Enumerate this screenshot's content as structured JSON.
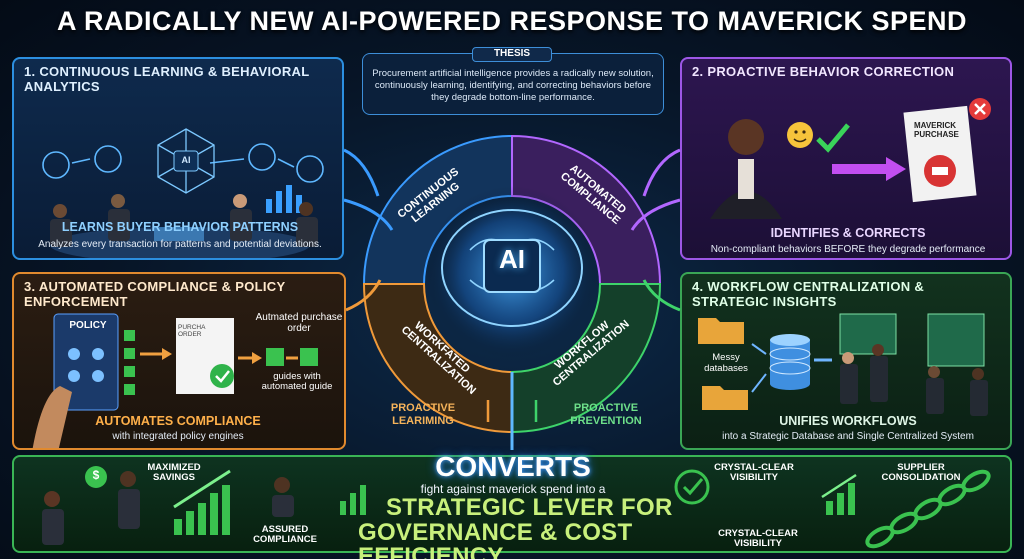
{
  "title": "A RADICALLY NEW AI-POWERED RESPONSE TO MAVERICK SPEND",
  "thesis": {
    "tag": "THESIS",
    "text": "Procurement artificial intelligence provides a radically new solution, continuously learning, identifying, and correcting behaviors before they degrade bottom-line performance."
  },
  "panel1": {
    "heading": "1. CONTINUOUS LEARNING & BEHAVIORAL ANALYTICS",
    "ai_chip": "AI",
    "title": "LEARNS BUYER BEHAVIOR PATTERNS",
    "desc": "Analyzes every transaction for patterns and potential deviations."
  },
  "panel2": {
    "heading": "2. PROACTIVE BEHAVIOR CORRECTION",
    "doc_label": "MAVERICK PURCHASE",
    "title": "IDENTIFIES & CORRECTS",
    "desc": "Non-compliant behaviors BEFORE they degrade performance"
  },
  "panel3": {
    "heading": "3. AUTOMATED COMPLIANCE & POLICY ENFORCEMENT",
    "policy_label": "POLICY",
    "doc_label": "PURCHA ORDER",
    "automated_po": "Autmated purchase order",
    "guides": "guides with automated guide",
    "title": "AUTOMATES COMPLIANCE",
    "desc": "with integrated policy engines"
  },
  "panel4": {
    "heading": "4. WORKFLOW CENTRALIZATION & STRATEGIC INSIGHTS",
    "messy": "Messy databases",
    "title": "UNIFIES WORKFLOWS",
    "desc": "into a Strategic Database and Single Centralized System"
  },
  "hub": {
    "center": "AI",
    "q1": "CONTINUOUS LEARNING",
    "q2": "AUTOMATED COMPLIANCE",
    "q3": "WORKFATED CENTRALIZATION",
    "q4": "WORKFLOW CENTRALIZATION",
    "left_bottom": "PROACTIVE LEARIMING",
    "right_bottom": "PROACTIVE PREVENTION"
  },
  "bottom": {
    "converts": "CONVERTS",
    "fight": "fight against maverick spend into a",
    "strategic_line1": "STRATEGIC LEVER FOR",
    "strategic_line2": "GOVERNANCE & COST EFFICIENCY",
    "maximized": "MAXIMIZED SAVINGS",
    "assured": "ASSURED COMPLIANCE",
    "visibility_top": "CRYSTAL-CLEAR VISIBILITY",
    "visibility_bottom": "CRYSTAL-CLEAR VISIBILITY",
    "supplier": "SUPPLIER CONSOLIDATION",
    "dollar": "$"
  },
  "colors": {
    "blue": "#2c8fe0",
    "purple": "#9d57e6",
    "orange": "#e18a2e",
    "green": "#3aa655",
    "accent_yellow": "#c8f07c"
  }
}
